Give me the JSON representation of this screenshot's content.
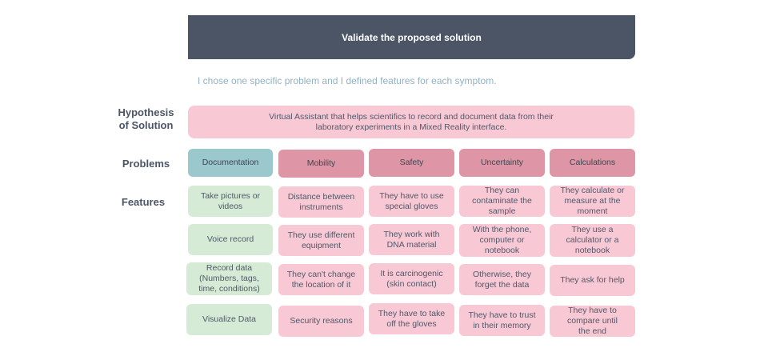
{
  "title": "Validate the proposed solution",
  "subtitle": "I chose one specific problem and I defined features for each symptom.",
  "labels": {
    "hypothesis": "Hypothesis\nof Solution",
    "problems": "Problems",
    "features": "Features"
  },
  "hypothesis": "Virtual Assistant that helps scientifics to record and document data from their\nlaboratory experiments in a Mixed Reality interface.",
  "problems": [
    "Documentation",
    "Mobility",
    "Safety",
    "Uncertainty",
    "Calculations"
  ],
  "features": [
    [
      "Take pictures or\nvideos",
      "Voice record",
      "Record data\n(Numbers, tags,\ntime, conditions)",
      "Visualize Data"
    ],
    [
      "Distance between\ninstruments",
      "They use different\nequipment",
      "They can't change\nthe location of it",
      "Security reasons"
    ],
    [
      "They have to use\nspecial gloves",
      "They work with\nDNA material",
      "It is carcinogenic\n(skin contact)",
      "They have to take\noff the gloves"
    ],
    [
      "They can\ncontaminate the\nsample",
      "With the phone,\ncomputer or\nnotebook",
      "Otherwise, they\nforget the data",
      "They have to trust\nin their memory"
    ],
    [
      "They calculate or\nmeasure at the\nmoment",
      "They use a\ncalculator or a\nnotebook",
      "They ask for help",
      "They have to\ncompare until\nthe end"
    ]
  ],
  "colors": {
    "header": "#4b5566",
    "subtitle": "#8fb2c6",
    "pink": "#f8c9d5",
    "rose": "#de95a5",
    "teal": "#9ac8cc",
    "green": "#d6ebd5"
  }
}
